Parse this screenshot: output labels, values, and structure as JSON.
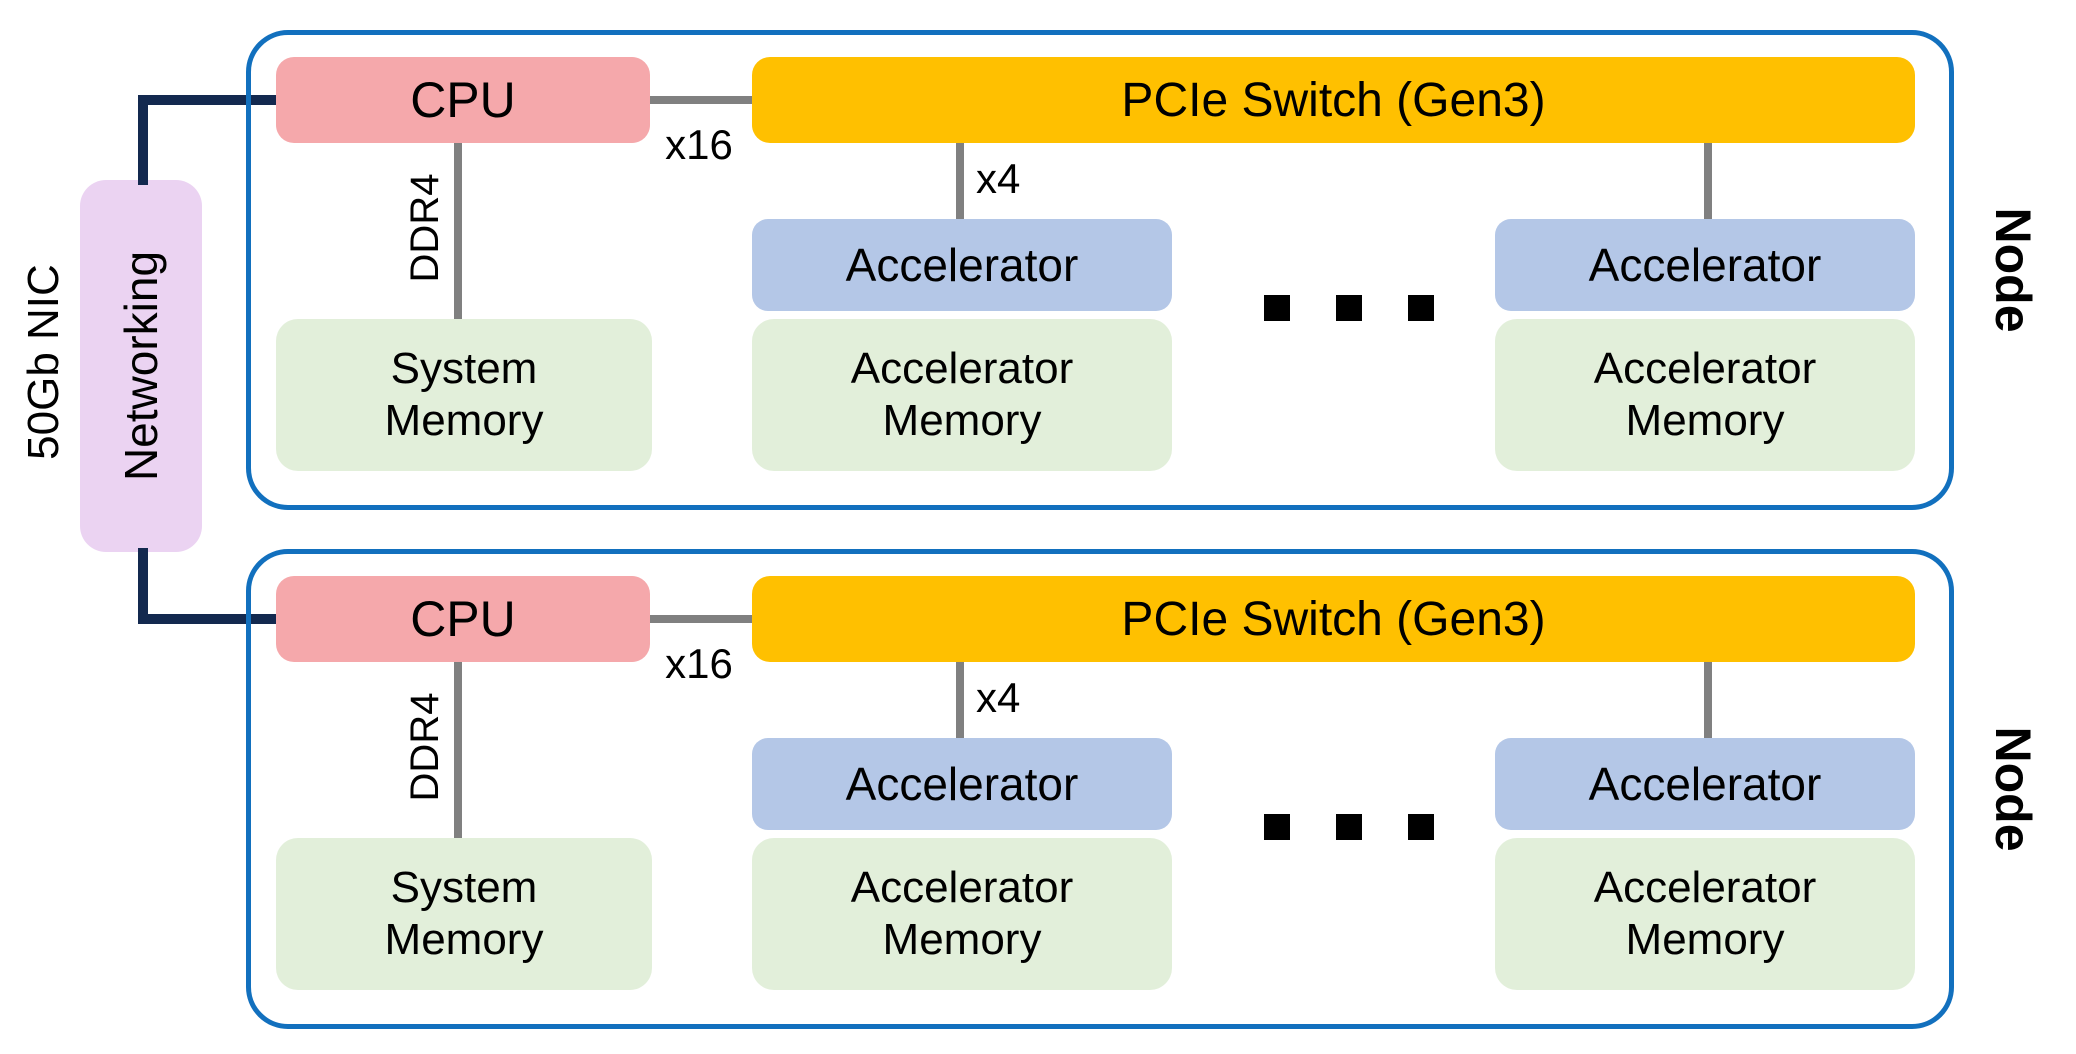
{
  "diagram": {
    "title_semantic": "two-node accelerator cluster architecture",
    "left_panel": {
      "nic_label": "50Gb NIC",
      "networking_label": "Networking"
    },
    "nodes": [
      {
        "node_label": "Node",
        "cpu_label": "CPU",
        "pcie_switch_label": "PCIe Switch (Gen3)",
        "cpu_switch_link_label": "x16",
        "memory_link_label": "DDR4",
        "system_memory_label": "System Memory",
        "accelerator_link_label": "x4",
        "accelerators": [
          "Accelerator",
          "Accelerator"
        ],
        "accelerator_memories": [
          "Accelerator Memory",
          "Accelerator Memory"
        ]
      },
      {
        "node_label": "Node",
        "cpu_label": "CPU",
        "pcie_switch_label": "PCIe Switch (Gen3)",
        "cpu_switch_link_label": "x16",
        "memory_link_label": "DDR4",
        "system_memory_label": "System Memory",
        "accelerator_link_label": "x4",
        "accelerators": [
          "Accelerator",
          "Accelerator"
        ],
        "accelerator_memories": [
          "Accelerator Memory",
          "Accelerator Memory"
        ]
      }
    ],
    "icons": {
      "ellipsis": "three-square-dots"
    },
    "colors": {
      "background": "#FFFFFF",
      "text": "#000000",
      "cpu_fill": "#F5A8AB",
      "pcie_switch_fill": "#FFC000",
      "accelerator_fill": "#B4C7E7",
      "memory_fill": "#E2EFDA",
      "networking_fill": "#EBD3F2",
      "node_border": "#1270BE",
      "network_link": "#13294F",
      "bus_link": "#808080"
    }
  }
}
